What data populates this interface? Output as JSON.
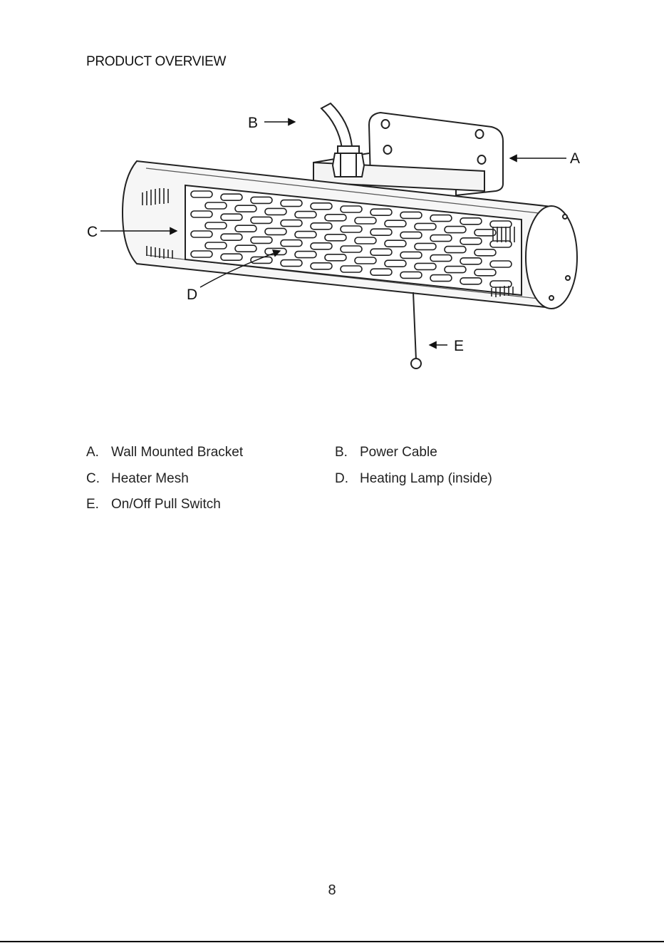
{
  "heading": "PRODUCT OVERVIEW",
  "callouts": {
    "a": "A",
    "b": "B",
    "c": "C",
    "d": "D",
    "e": "E"
  },
  "parts": [
    {
      "letter": "A.",
      "name": "Wall Mounted Bracket"
    },
    {
      "letter": "B.",
      "name": "Power Cable"
    },
    {
      "letter": "C.",
      "name": "Heater Mesh"
    },
    {
      "letter": "D.",
      "name": "Heating Lamp (inside)"
    },
    {
      "letter": "E.",
      "name": "On/Off Pull Switch"
    }
  ],
  "page_number": "8"
}
